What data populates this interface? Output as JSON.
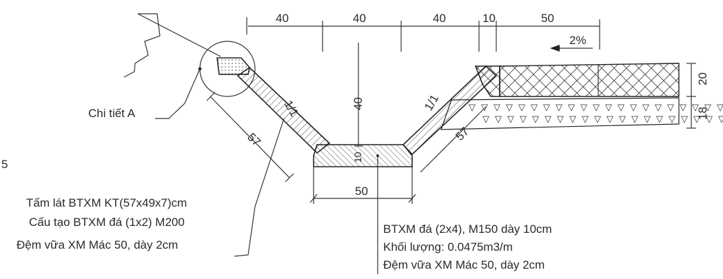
{
  "dimensions": {
    "top_40_a": "40",
    "top_40_b": "40",
    "top_40_c": "40",
    "top_10": "10",
    "top_50": "50",
    "depth_40": "40",
    "slab_10": "10",
    "bottom_50": "50",
    "slope_57_left": "57",
    "slope_57_right": "57",
    "layer_20": "20",
    "layer_18": "18"
  },
  "slopes": {
    "left": "1/1",
    "right": "1/1"
  },
  "grade": "2%",
  "stray_mark": "5",
  "labels": {
    "detail_a": "Chi tiết A",
    "slab_line1": "Tấm lát BTXM KT(57x49x7)cm",
    "slab_line2": "Cấu tạo BTXM đá (1x2) M200",
    "slab_line3": "Đệm vữa XM Mác 50, dày 2cm",
    "base_line1": "BTXM đá (2x4), M150 dày 10cm",
    "base_line2": "Khối lượng: 0.0475m3/m",
    "base_line3": "Đệm vữa XM Mác 50, dày 2cm"
  }
}
